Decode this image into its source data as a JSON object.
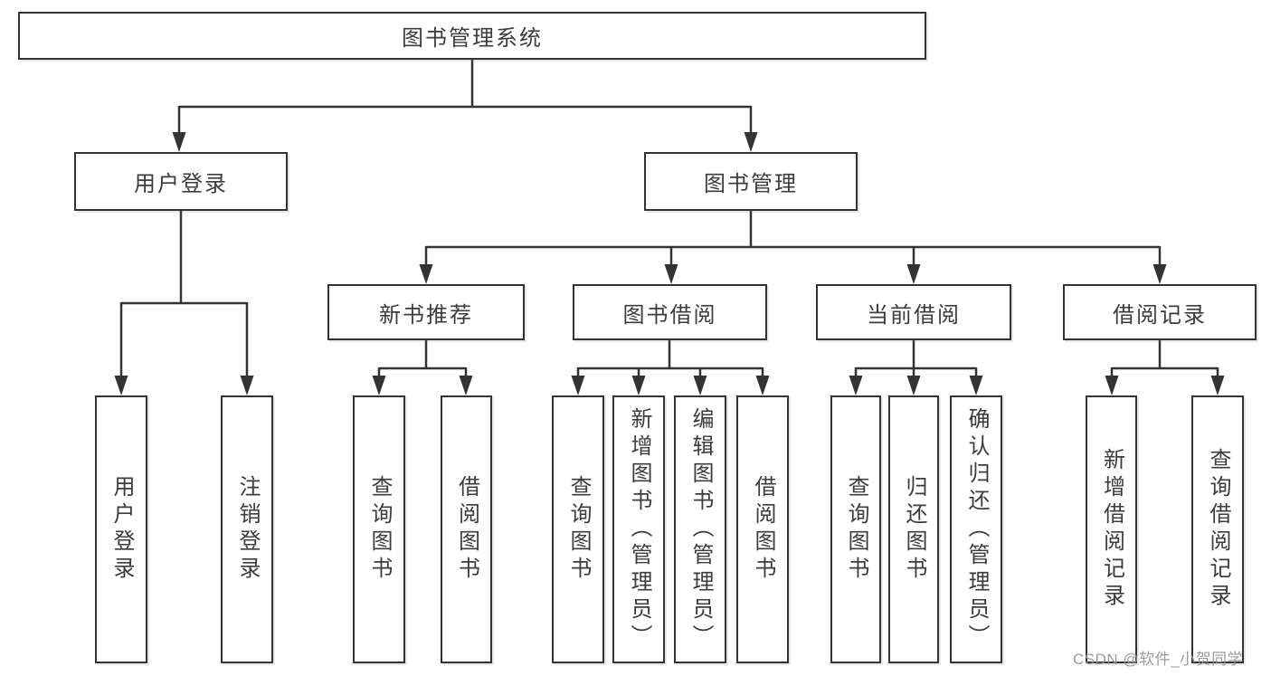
{
  "diagram": {
    "title": "图书管理系统",
    "level2": [
      {
        "label": "用户登录"
      },
      {
        "label": "图书管理"
      }
    ],
    "level3": [
      {
        "label": "新书推荐"
      },
      {
        "label": "图书借阅"
      },
      {
        "label": "当前借阅"
      },
      {
        "label": "借阅记录"
      }
    ],
    "level4": {
      "user_login_children": [
        "用户登录",
        "注销登录"
      ],
      "new_book_children": [
        "查询图书",
        "借阅图书"
      ],
      "book_borrow_children": [
        "查询图书",
        "新增图书（管理员）",
        "编辑图书（管理员）",
        "借阅图书"
      ],
      "current_borrow_children": [
        "查询图书",
        "归还图书",
        "确认归还（管理员）"
      ],
      "borrow_record_children": [
        "新增借阅记录",
        "查询借阅记录"
      ]
    },
    "colors": {
      "line": "#333333",
      "text": "#3c3c3c",
      "background": "#ffffff",
      "watermark": "#949494"
    }
  },
  "watermark": {
    "text": "CSDN @软件_小贺同学"
  }
}
